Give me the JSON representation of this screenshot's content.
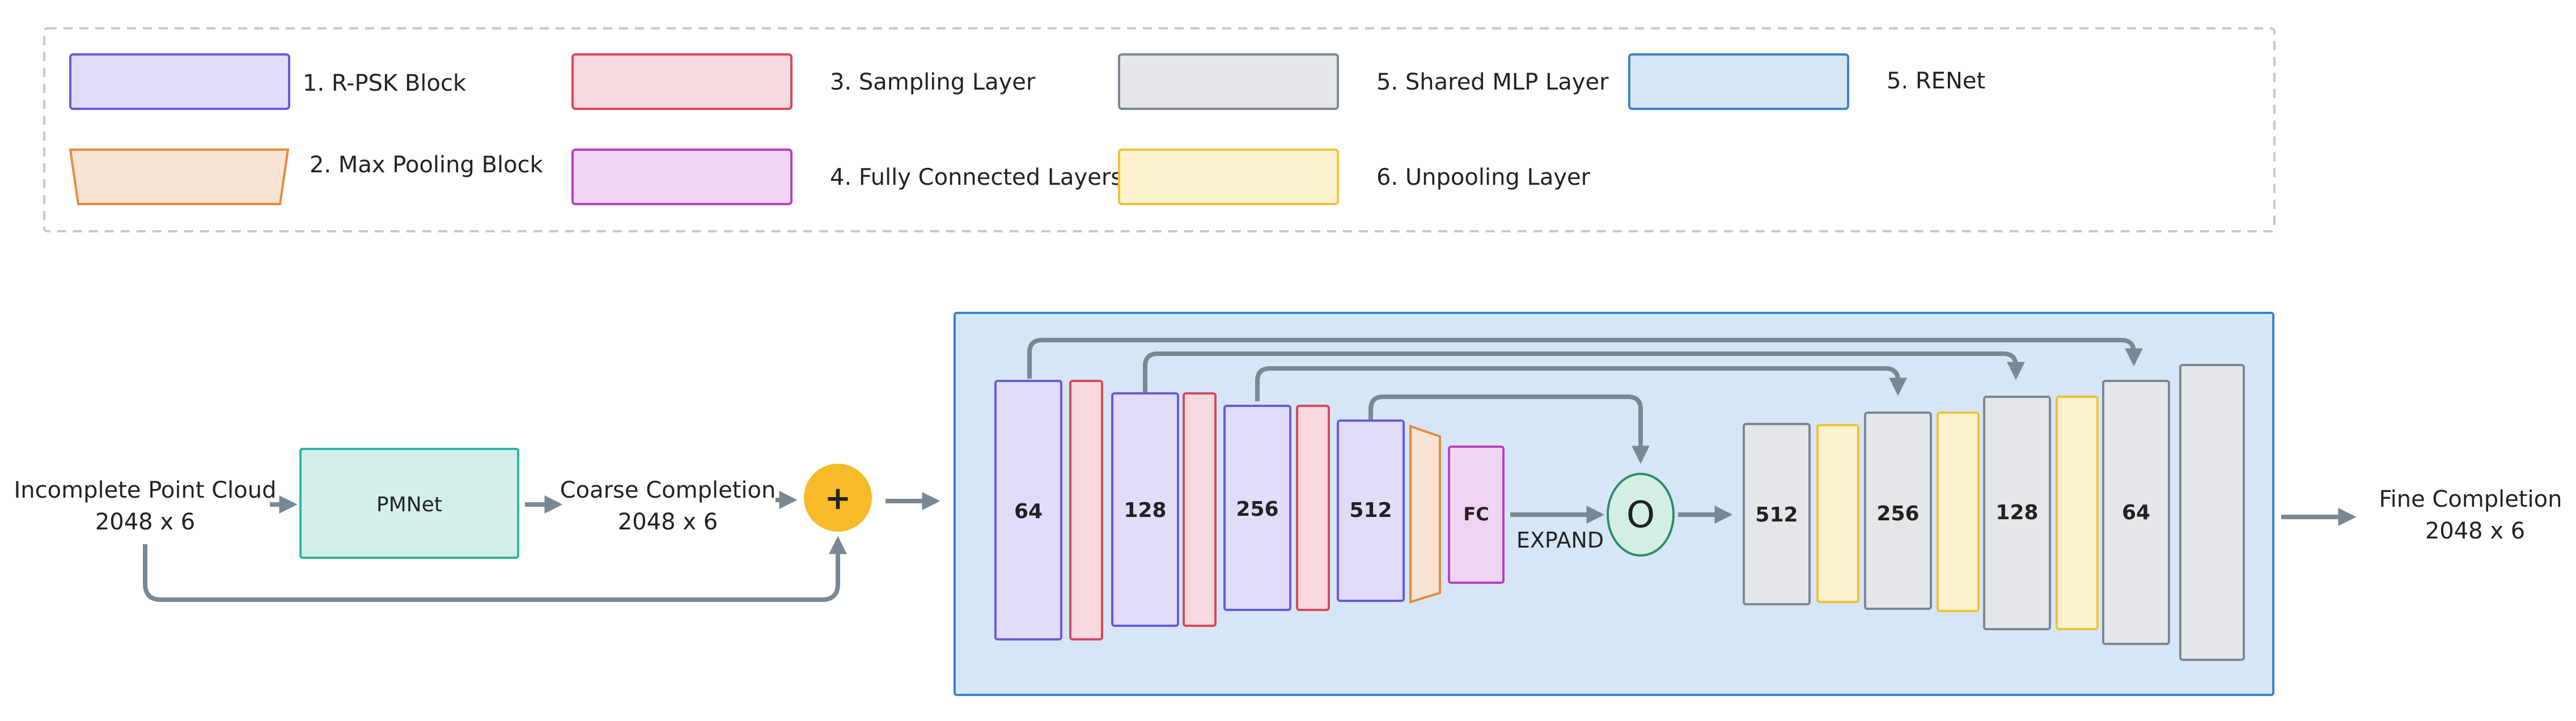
{
  "legend": {
    "items": [
      {
        "label": "1. R-PSK Block",
        "shape": "rect",
        "fill": "#e0dcfa",
        "stroke": "#6a5ad8"
      },
      {
        "label": "2. Max Pooling Block",
        "shape": "trapezoid",
        "fill": "#fbe3d4",
        "stroke": "#e58a3c"
      },
      {
        "label": "3. Sampling Layer",
        "shape": "rect",
        "fill": "#f7d9df",
        "stroke": "#d8485e"
      },
      {
        "label": "4. Fully Connected Layers",
        "shape": "rect",
        "fill": "#f1d4f3",
        "stroke": "#b542c0"
      },
      {
        "label": "5. Shared MLP Layer",
        "shape": "rect",
        "fill": "#e4e6ea",
        "stroke": "#7d8794"
      },
      {
        "label": "6. Unpooling Layer",
        "shape": "rect",
        "fill": "#fdf2d0",
        "stroke": "#f0c23a"
      },
      {
        "label": "5. RENet",
        "shape": "rect",
        "fill": "#d6e6f6",
        "stroke": "#3a84cc"
      }
    ]
  },
  "pipeline": {
    "input_line1": "Incomplete Point Cloud",
    "input_line2": "2048 x 6",
    "pmnet_label": "PMNet",
    "coarse_line1": "Coarse Completion",
    "coarse_line2": "2048 x 6",
    "add_symbol": "+",
    "output_line1": "Fine Completion",
    "output_line2": "2048 x 6"
  },
  "renet": {
    "encoder_blocks": [
      "64",
      "128",
      "256",
      "512"
    ],
    "fc_label": "FC",
    "expand_label": "EXPAND",
    "bottleneck_label": "O",
    "decoder_blocks": [
      "512",
      "256",
      "128",
      "64"
    ]
  },
  "colors": {
    "arrow": "#7a8894",
    "pmnet_fill": "#d3efec",
    "pmnet_stroke": "#2bb5a3",
    "add_fill": "#f7bb2a",
    "renet_fill": "#d6e6f6",
    "renet_stroke": "#3a84cc",
    "bottleneck_fill": "#d3efe4",
    "bottleneck_stroke": "#2f8a6a"
  }
}
